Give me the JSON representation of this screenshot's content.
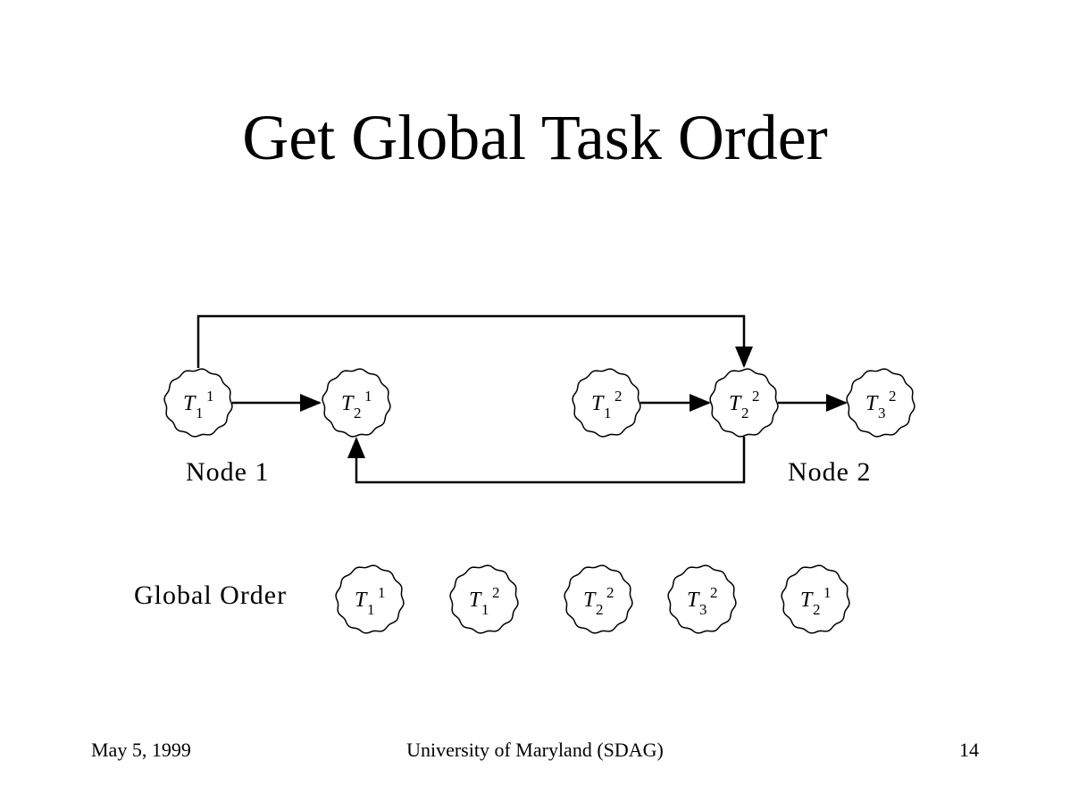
{
  "title": "Get Global Task Order",
  "nodes": {
    "node1_label": "Node 1",
    "node2_label": "Node 2",
    "tasks": [
      {
        "id": "t1_1",
        "letter": "T",
        "sub": "1",
        "sup": "1"
      },
      {
        "id": "t2_1",
        "letter": "T",
        "sub": "2",
        "sup": "1"
      },
      {
        "id": "t1_2",
        "letter": "T",
        "sub": "1",
        "sup": "2"
      },
      {
        "id": "t2_2",
        "letter": "T",
        "sub": "2",
        "sup": "2"
      },
      {
        "id": "t3_2",
        "letter": "T",
        "sub": "3",
        "sup": "2"
      }
    ]
  },
  "global_order": {
    "label": "Global Order",
    "tasks": [
      {
        "letter": "T",
        "sub": "1",
        "sup": "1"
      },
      {
        "letter": "T",
        "sub": "1",
        "sup": "2"
      },
      {
        "letter": "T",
        "sub": "2",
        "sup": "2"
      },
      {
        "letter": "T",
        "sub": "3",
        "sup": "2"
      },
      {
        "letter": "T",
        "sub": "2",
        "sup": "1"
      }
    ]
  },
  "footer": {
    "date": "May 5, 1999",
    "org": "University of Maryland (SDAG)",
    "page": "14"
  }
}
